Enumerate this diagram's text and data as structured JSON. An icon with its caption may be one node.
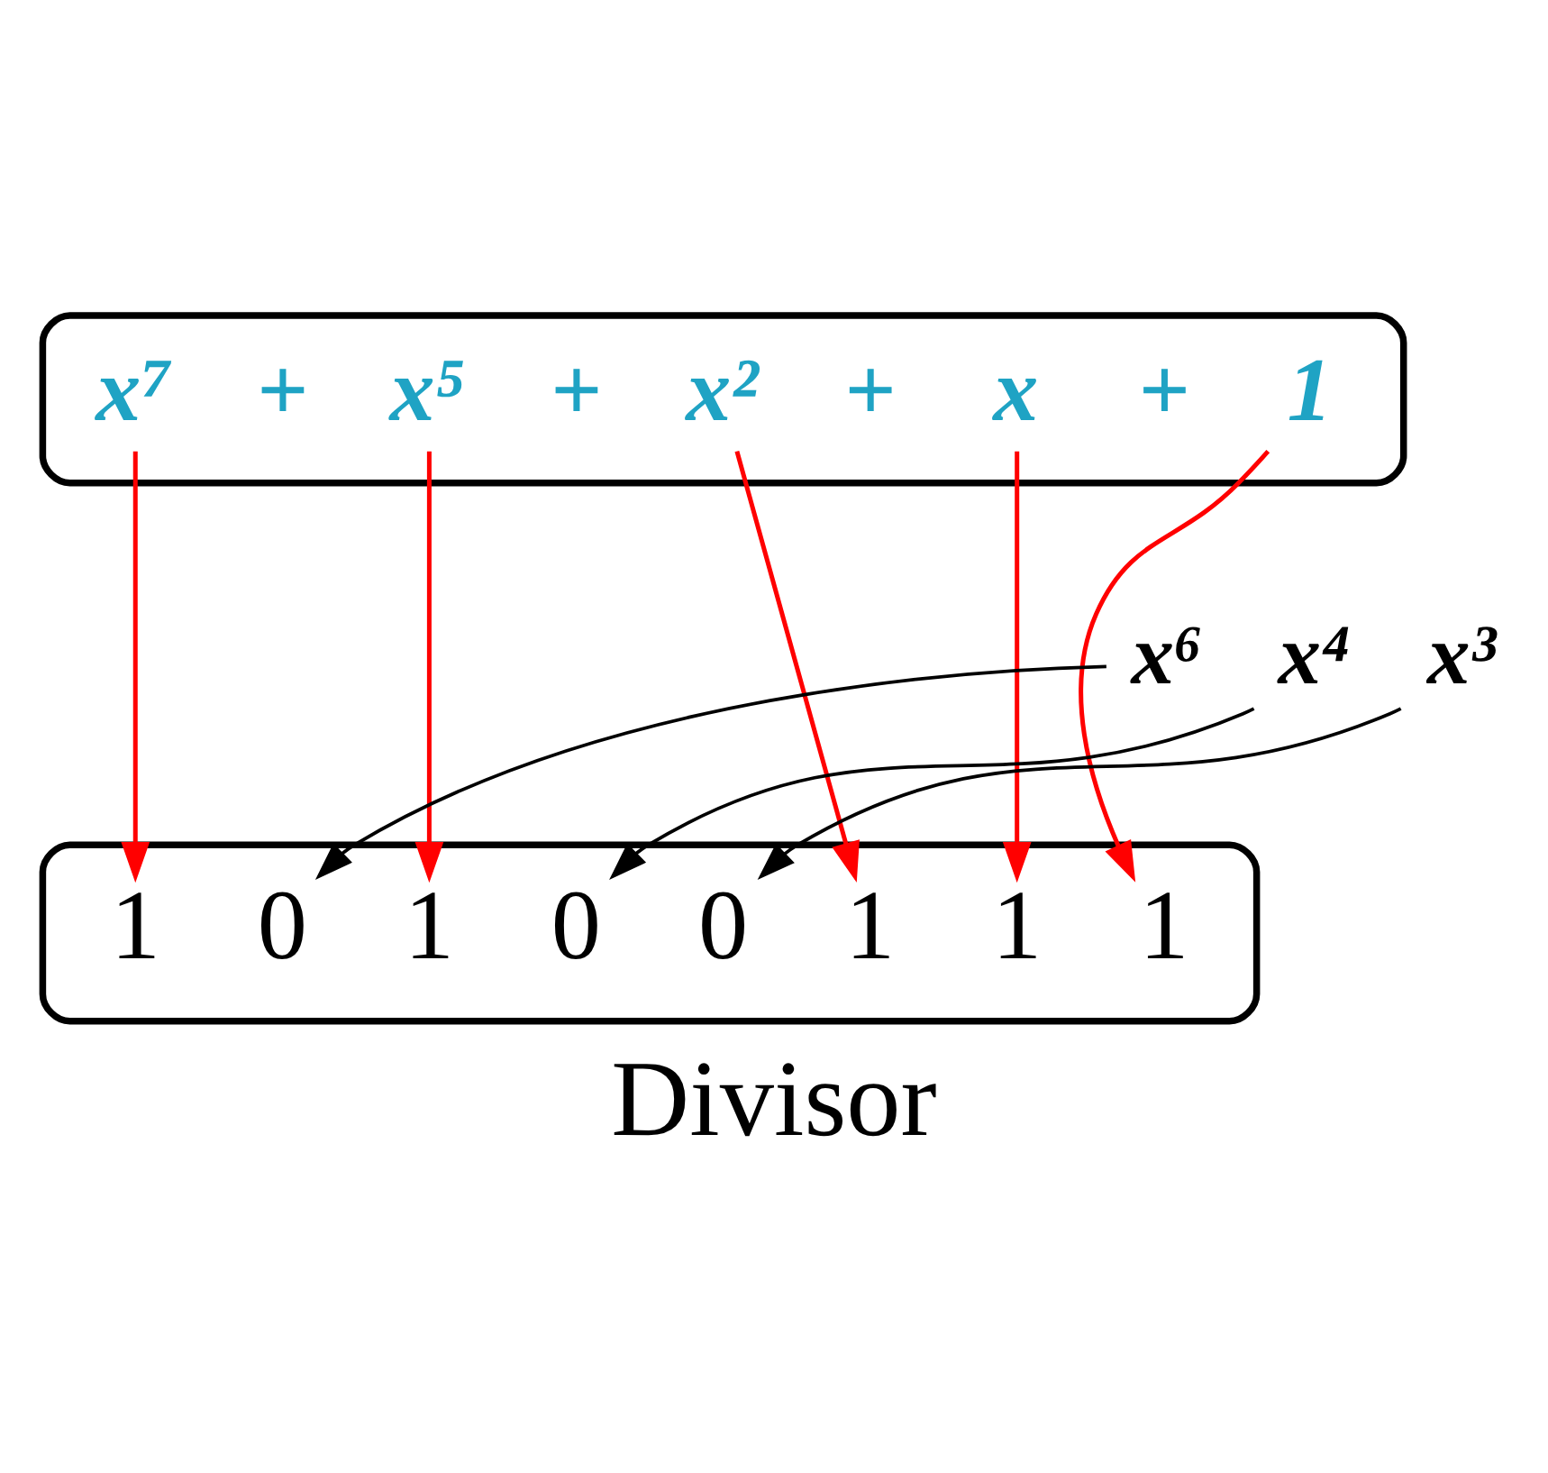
{
  "diagram": {
    "caption": "Divisor",
    "nodes": [
      {
        "text": [],
        "shape": "box"
      },
      {
        "text": [
          "x⁷"
        ],
        "in": 0
      },
      {
        "text": [
          "+"
        ],
        "in": 0
      },
      {
        "text": [
          "x⁵"
        ],
        "in": 0
      },
      {
        "text": [
          "+"
        ],
        "in": 0
      },
      {
        "text": [
          "x²"
        ],
        "in": 0
      },
      {
        "text": [
          "+"
        ],
        "in": 0
      },
      {
        "text": [
          "x"
        ],
        "in": 0
      },
      {
        "text": [
          "+"
        ],
        "in": 0
      },
      {
        "text": [
          "1"
        ],
        "in": 0
      },
      {
        "text": [],
        "shape": "box"
      },
      {
        "text": [
          "1"
        ],
        "in": 10
      },
      {
        "text": [
          "0"
        ],
        "in": 10
      },
      {
        "text": [
          "1"
        ],
        "in": 10
      },
      {
        "text": [
          "0"
        ],
        "in": 10
      },
      {
        "text": [
          "0"
        ],
        "in": 10
      },
      {
        "text": [
          "1"
        ],
        "in": 10
      },
      {
        "text": [
          "1"
        ],
        "in": 10
      },
      {
        "text": [
          "1"
        ],
        "in": 10
      },
      {
        "text": [
          "x⁶"
        ]
      },
      {
        "text": [
          "x⁴"
        ]
      },
      {
        "text": [
          "x³"
        ]
      }
    ],
    "edges": [
      {
        "from": 1,
        "to": 11,
        "arrow": "to"
      },
      {
        "from": 19,
        "to": 12,
        "arrow": "to",
        "color": "#000000"
      },
      {
        "from": 3,
        "to": 13,
        "arrow": "to"
      },
      {
        "from": 20,
        "to": 14,
        "arrow": "to",
        "color": "#000000"
      },
      {
        "from": 21,
        "to": 15,
        "arrow": "to",
        "color": "#000000"
      },
      {
        "from": 5,
        "to": 16,
        "arrow": "to"
      },
      {
        "from": 7,
        "to": 17,
        "arrow": "to"
      },
      {
        "from": 9,
        "to": 18,
        "arrow": "to"
      }
    ]
  }
}
